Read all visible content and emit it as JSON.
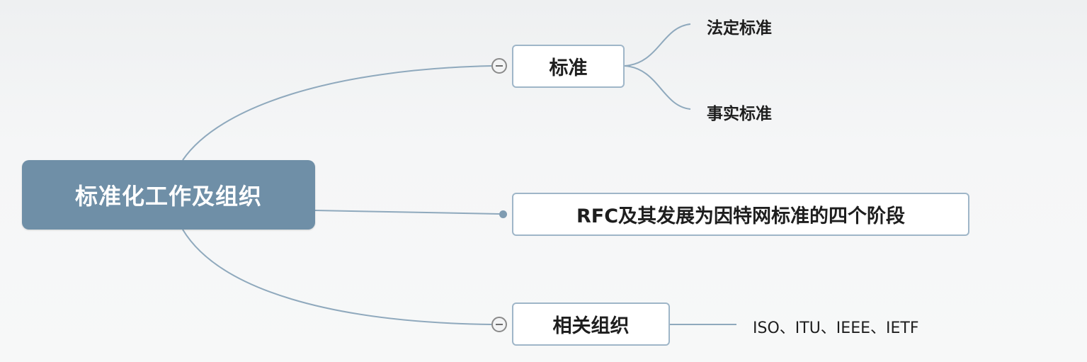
{
  "mindmap": {
    "root": "标准化工作及组织",
    "branches": [
      {
        "label": "标准",
        "children": [
          "法定标准",
          "事实标准"
        ]
      },
      {
        "label": "RFC及其发展为因特网标准的四个阶段",
        "children": []
      },
      {
        "label": "相关组织",
        "children": [
          "ISO、ITU、IEEE、IETF"
        ]
      }
    ]
  },
  "colors": {
    "root_fill": "#6f8fa7",
    "node_border": "#9fb6c8",
    "connector": "#8fa9bd"
  },
  "icons": {
    "collapse": "collapse-minus-icon",
    "connector_end": "connector-dot-icon"
  }
}
